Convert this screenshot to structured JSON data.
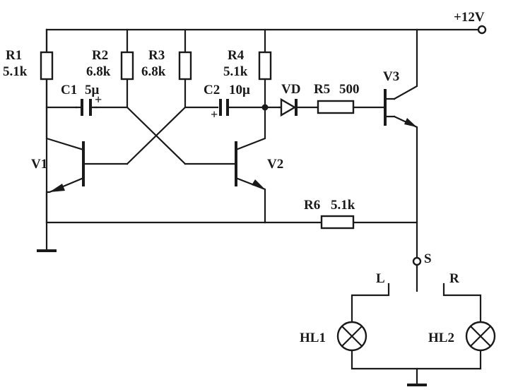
{
  "supply": {
    "label": "+12V"
  },
  "components": {
    "r1": {
      "ref": "R1",
      "value": "5.1k"
    },
    "r2": {
      "ref": "R2",
      "value": "6.8k"
    },
    "r3": {
      "ref": "R3",
      "value": "6.8k"
    },
    "r4": {
      "ref": "R4",
      "value": "5.1k"
    },
    "r5": {
      "ref": "R5",
      "value": "500"
    },
    "r6": {
      "ref": "R6",
      "value": "5.1k"
    },
    "c1": {
      "ref": "C1",
      "value": "5μ"
    },
    "c2": {
      "ref": "C2",
      "value": "10μ"
    },
    "vd": {
      "ref": "VD"
    },
    "v1": {
      "ref": "V1"
    },
    "v2": {
      "ref": "V2"
    },
    "v3": {
      "ref": "V3"
    },
    "s": {
      "ref": "S",
      "left": "L",
      "right": "R"
    },
    "hl1": {
      "ref": "HL1"
    },
    "hl2": {
      "ref": "HL2"
    }
  },
  "polarity": {
    "plus": "+"
  }
}
